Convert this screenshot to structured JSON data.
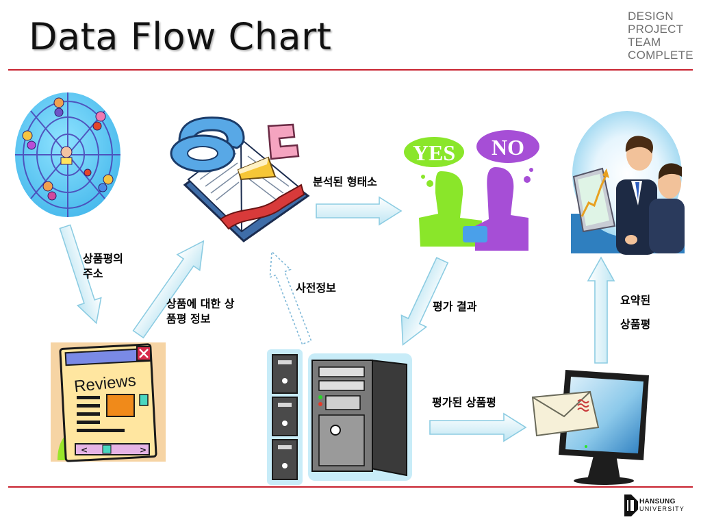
{
  "header": {
    "title": "Data Flow Chart",
    "brand_lines": [
      "DESIGN",
      "PROJECT",
      "TEAM",
      "COMPLETE"
    ]
  },
  "colors": {
    "rule": "#c8212e",
    "arrow_fill": "#d8f0f8",
    "arrow_stroke": "#8ccce2",
    "yes_green": "#8ae62a",
    "no_purple": "#a64ed6"
  },
  "icons": {
    "internet": "internet-web-icon",
    "dictionary": "dictionary-book-icon",
    "decision": "yes-no-decision-icon",
    "analysts": "business-analysts-icon",
    "reviews": "reviews-window-icon",
    "server": "server-tower-icon",
    "monitor": "monitor-mail-icon",
    "logo": "hansung-logo-icon"
  },
  "diagram": {
    "reviews_text": "Reviews",
    "yes_text": "YES",
    "no_text": "NO",
    "labels": {
      "review_address": "상품평의\n주소",
      "review_info": "상품에 대한 상\n품평 정보",
      "dictionary_info": "사전정보",
      "analyzed_morphemes": "분석된 형태소",
      "eval_result": "평가 결과",
      "evaluated_review": "평가된 상품평",
      "summarized": "요약된",
      "summarized_review": "상품평"
    }
  },
  "footer": {
    "logo_line1": "HANSUNG",
    "logo_line2": "UNIVERSITY"
  }
}
